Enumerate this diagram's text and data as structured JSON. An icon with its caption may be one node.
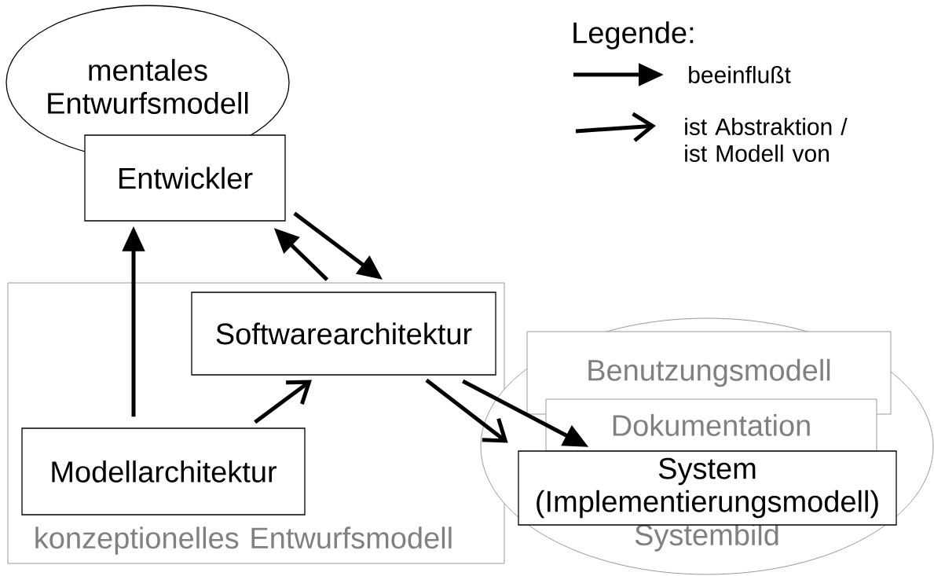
{
  "diagram": {
    "nodes": [
      {
        "text": [
          "mentales Entwurfsmodell"
        ]
      },
      {
        "text": [
          "Entwickler"
        ]
      },
      {
        "text": [
          "konzeptionelles Entwurfsmodell"
        ]
      },
      {
        "text": [
          "Softwarearchitektur"
        ],
        "in": 2
      },
      {
        "text": [
          "Modellarchitektur"
        ],
        "in": 2
      },
      {
        "text": [
          "Systembild"
        ]
      },
      {
        "text": [
          "Benutzungsmodell"
        ],
        "in": 5
      },
      {
        "text": [
          "Dokumentation"
        ],
        "in": 5
      },
      {
        "text": [
          "System (Implementierungsmodell)"
        ],
        "in": 5
      }
    ],
    "edges": [
      {
        "from": 4,
        "to": 1,
        "arrow": "to"
      },
      {
        "from": 1,
        "to": 2,
        "arrow": "to"
      },
      {
        "from": 2,
        "to": 1,
        "arrow": "to"
      },
      {
        "from": 4,
        "to": 3,
        "arrow": "to"
      },
      {
        "from": 3,
        "to": 8,
        "arrow": "to"
      },
      {
        "from": 3,
        "to": 7,
        "arrow": "to"
      }
    ],
    "labels": [
      "Legende:"
    ],
    "legend": [
      {
        "text": "beeinflußt"
      },
      {
        "text": "ist Abstraktion / ist Modell von"
      }
    ]
  }
}
